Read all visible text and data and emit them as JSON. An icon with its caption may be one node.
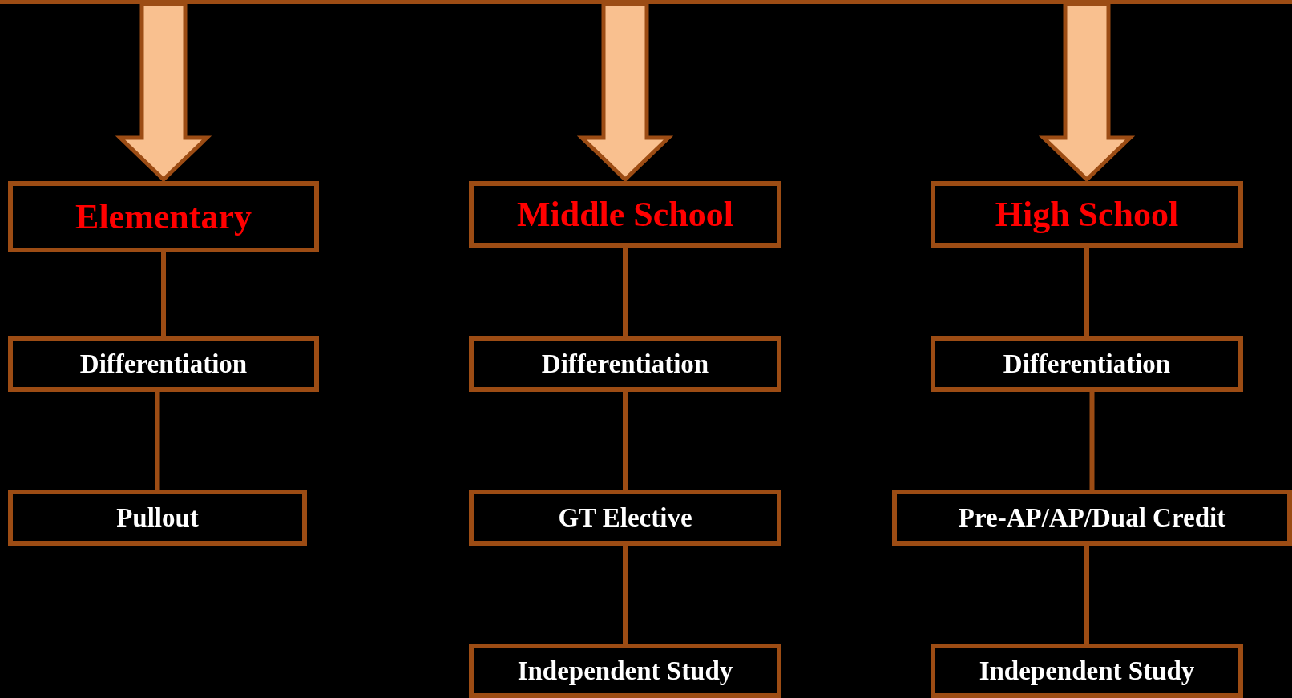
{
  "diagram": {
    "nodes": [
      {
        "text": [
          "Elementary"
        ]
      },
      {
        "text": [
          "Middle School"
        ]
      },
      {
        "text": [
          "High School"
        ]
      },
      {
        "text": [
          "Differentiation"
        ]
      },
      {
        "text": [
          "Differentiation"
        ]
      },
      {
        "text": [
          "Differentiation"
        ]
      },
      {
        "text": [
          "Pullout"
        ]
      },
      {
        "text": [
          "GT Elective"
        ]
      },
      {
        "text": [
          "Pre-AP/AP/Dual Credit"
        ]
      },
      {
        "text": [
          "Independent Study"
        ]
      },
      {
        "text": [
          "Independent Study"
        ]
      }
    ],
    "edges": [
      {
        "from": null,
        "to": 0,
        "arrow": "to",
        "style": "thick"
      },
      {
        "from": null,
        "to": 1,
        "arrow": "to",
        "style": "thick"
      },
      {
        "from": null,
        "to": 2,
        "arrow": "to",
        "style": "thick"
      },
      {
        "from": 0,
        "to": 3,
        "arrow": "none"
      },
      {
        "from": 3,
        "to": 6,
        "arrow": "none"
      },
      {
        "from": 1,
        "to": 4,
        "arrow": "none"
      },
      {
        "from": 4,
        "to": 7,
        "arrow": "none"
      },
      {
        "from": 7,
        "to": 9,
        "arrow": "none"
      },
      {
        "from": 2,
        "to": 5,
        "arrow": "none"
      },
      {
        "from": 5,
        "to": 8,
        "arrow": "none"
      },
      {
        "from": 8,
        "to": 10,
        "arrow": "none"
      }
    ]
  }
}
